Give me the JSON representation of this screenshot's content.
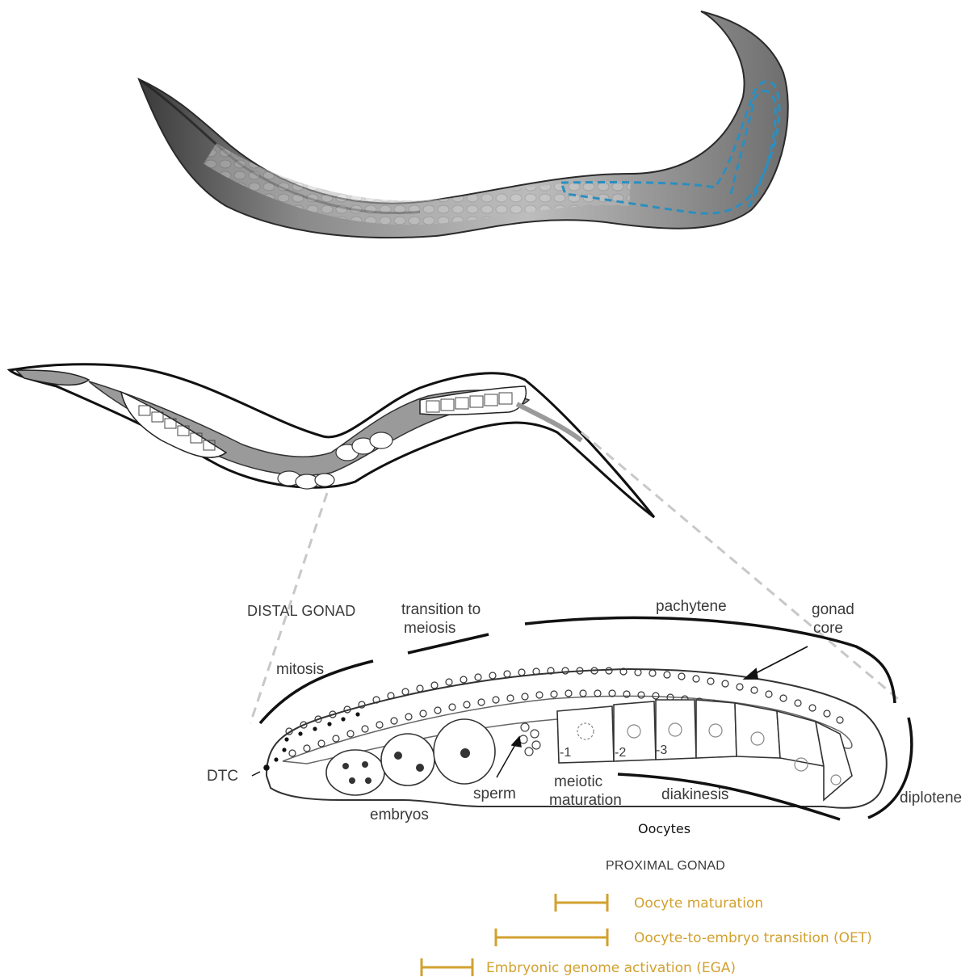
{
  "labels": {
    "distal_gonad": "DISTAL GONAD",
    "transition_to_meiosis_1": "transition to",
    "transition_to_meiosis_2": "meiosis",
    "pachytene": "pachytene",
    "gonad_core_1": "gonad",
    "gonad_core_2": "core",
    "mitosis": "mitosis",
    "dtc": "DTC",
    "sperm": "sperm",
    "meiotic_maturation_1": "meiotic",
    "meiotic_maturation_2": "maturation",
    "diakinesis": "diakinesis",
    "diplotene": "diplotene",
    "embryos": "embryos",
    "oocytes": "Oocytes",
    "proximal_gonad": "PROXIMAL GONAD",
    "oocyte_minus1": "-1",
    "oocyte_minus2": "-2",
    "oocyte_minus3": "-3"
  },
  "legend": [
    {
      "label": "Oocyte maturation"
    },
    {
      "label": "Oocyte-to-embryo transition (OET)"
    },
    {
      "label": "Embryonic genome activation (EGA)"
    }
  ],
  "colors": {
    "legend_gold": "#d2a12f",
    "dashed_highlight": "#2a8fc0",
    "worm_gray": "#9a9a9a",
    "outline": "#1a1a1a"
  },
  "icons": [
    "worm-micrograph",
    "worm-schematic",
    "gonad-schematic"
  ]
}
